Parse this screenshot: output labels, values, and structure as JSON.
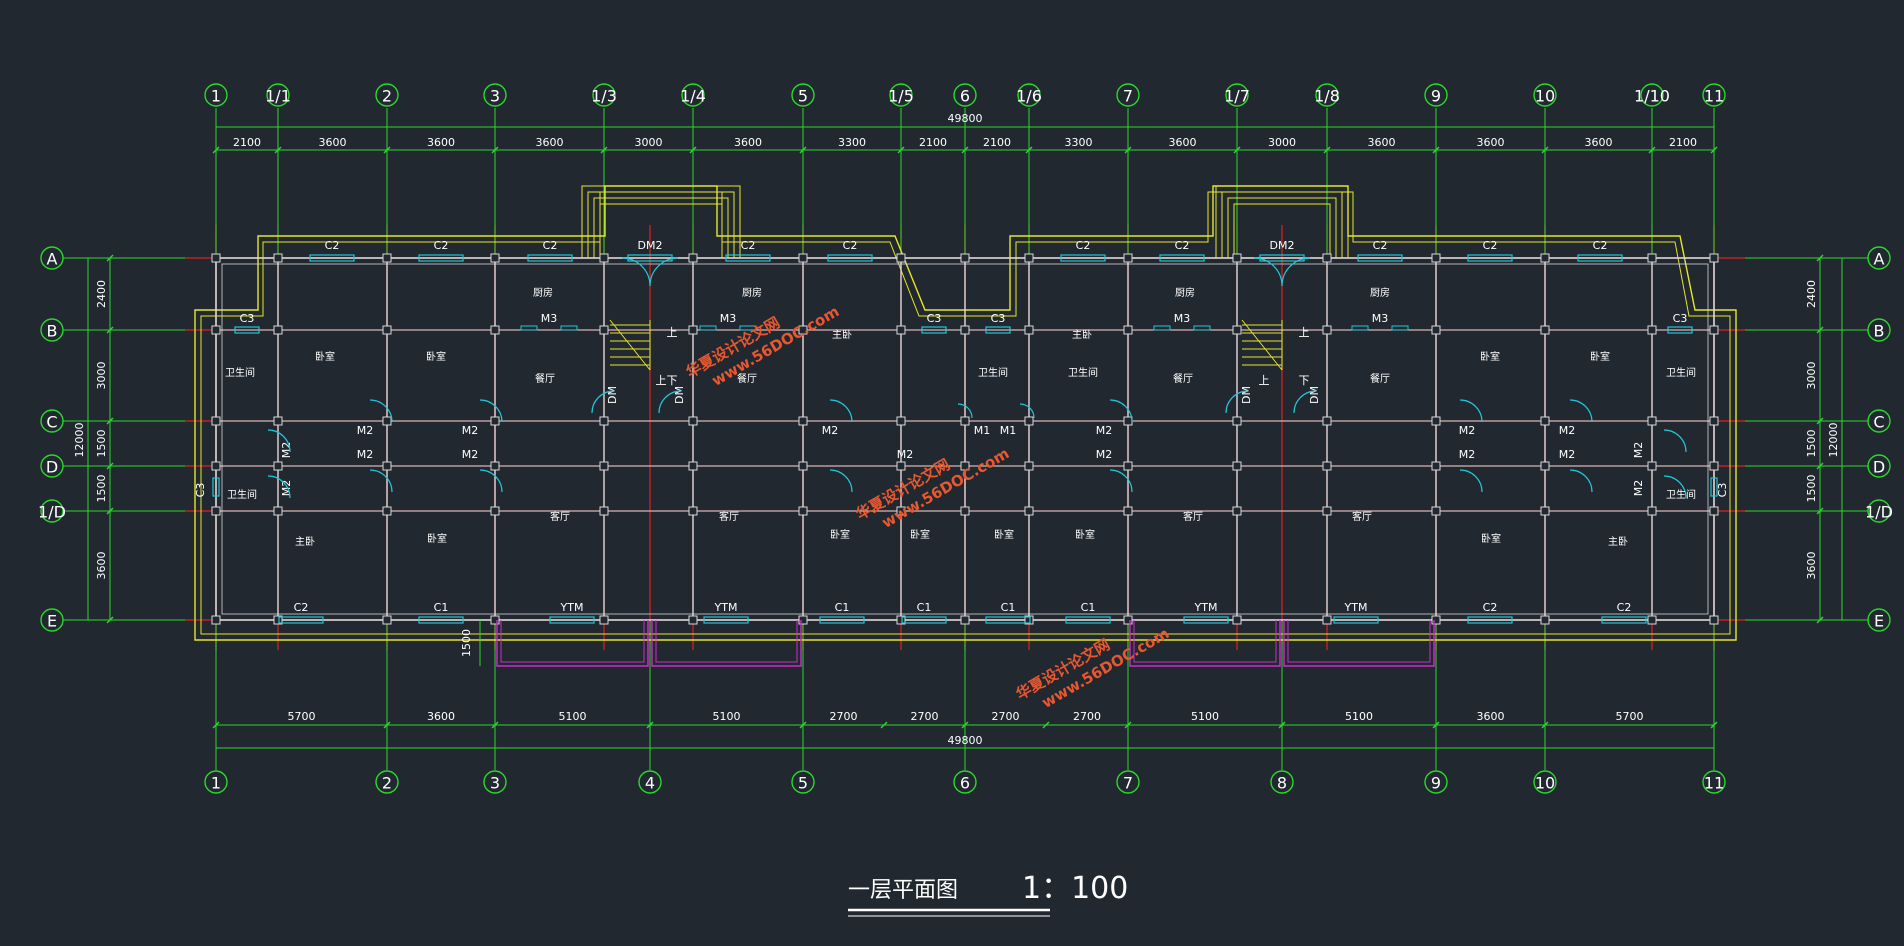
{
  "colors": {
    "background": "#212830",
    "grid_red": "#e02020",
    "dimension_green": "#2bd82b",
    "outline_yellow": "#e6e62a",
    "window_cyan": "#20c8d8",
    "wall_white": "#d8d8d8",
    "balcony_magenta": "#d02cd0",
    "watermark_orange": "#e8572f"
  },
  "axes": {
    "top": [
      "1",
      "1/1",
      "2",
      "3",
      "1/3",
      "1/4",
      "5",
      "1/5",
      "6",
      "1/6",
      "7",
      "1/7",
      "1/8",
      "9",
      "10",
      "1/10",
      "11"
    ],
    "bottom": [
      "1",
      "2",
      "3",
      "4",
      "5",
      "6",
      "7",
      "8",
      "9",
      "10",
      "11"
    ],
    "left": [
      "A",
      "B",
      "C",
      "D",
      "1/D",
      "E"
    ],
    "right": [
      "A",
      "B",
      "C",
      "D",
      "1/D",
      "E"
    ]
  },
  "dimensions": {
    "top_total": "49800",
    "top": [
      "2100",
      "3600",
      "3600",
      "3600",
      "3000",
      "3600",
      "3300",
      "2100",
      "2100",
      "3300",
      "3600",
      "3000",
      "3600",
      "3600",
      "3600",
      "2100"
    ],
    "bottom": [
      "5700",
      "3600",
      "5100",
      "5100",
      "2700",
      "2700",
      "2700",
      "2700",
      "5100",
      "5100",
      "3600",
      "5700"
    ],
    "bottom_total": "49800",
    "side": [
      "2400",
      "3000",
      "1500",
      "1500",
      "3600"
    ],
    "side_total": "12000",
    "balcony_depth": "1500"
  },
  "labels": {
    "windows_top": [
      "C2",
      "C2",
      "C2",
      "DM2",
      "C2",
      "C2",
      "C2",
      "C2",
      "DM2",
      "C2",
      "C2",
      "C2"
    ],
    "windows_b": [
      "C3",
      "C3",
      "C3",
      "C3"
    ],
    "doors_m3": [
      "M3",
      "M3",
      "M3",
      "M3"
    ],
    "doors_m2": [
      "M2",
      "M2",
      "M2",
      "M2",
      "M2",
      "M2",
      "M2",
      "M2",
      "M2",
      "M2",
      "M2",
      "M2",
      "M2",
      "M2",
      "M2",
      "M2"
    ],
    "doors_m1": [
      "M1",
      "M1"
    ],
    "windows_bottom": [
      "C2",
      "C1",
      "YTM",
      "YTM",
      "C1",
      "C1",
      "C1",
      "C1",
      "YTM",
      "YTM",
      "C2",
      "C2"
    ],
    "side_windows": [
      "C3",
      "C3"
    ],
    "dm": [
      "DM",
      "DM",
      "DM",
      "DM"
    ],
    "stairs": [
      "上",
      "下",
      "上",
      "下",
      "上",
      "上"
    ]
  },
  "rooms": [
    "厨房",
    "厨房",
    "厨房",
    "厨房",
    "主卧",
    "主卧",
    "卧室",
    "卧室",
    "卧室",
    "卧室",
    "卫生间",
    "卫生间",
    "卫生间",
    "卫生间",
    "卫生间",
    "卫生间",
    "餐厅",
    "餐厅",
    "餐厅",
    "餐厅",
    "客厅",
    "客厅",
    "客厅",
    "客厅",
    "主卧",
    "主卧",
    "卧室",
    "卧室",
    "卧室",
    "卧室",
    "卧室",
    "卧室"
  ],
  "watermark": {
    "line1": "华夏设计论文网",
    "line2": "www.56DOC.com"
  },
  "title": {
    "name": "一层平面图",
    "scale": "1：100"
  }
}
